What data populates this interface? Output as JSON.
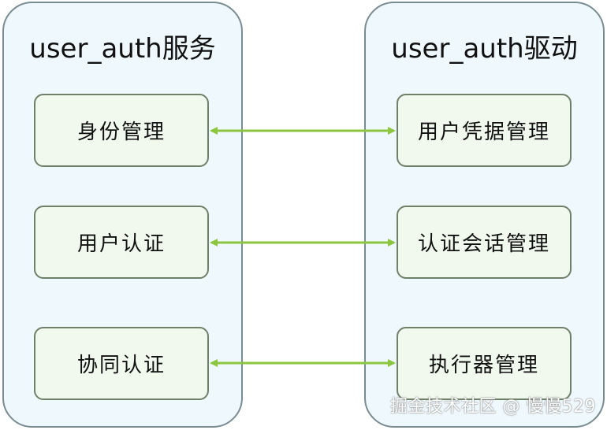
{
  "left_panel": {
    "title": "user_auth服务",
    "items": [
      "身份管理",
      "用户认证",
      "协同认证"
    ]
  },
  "right_panel": {
    "title": "user_auth驱动",
    "items": [
      "用户凭据管理",
      "认证会话管理",
      "执行器管理"
    ]
  },
  "connector_color": "#8cc63f",
  "watermark": "掘金技术社区 @ 慢慢529"
}
